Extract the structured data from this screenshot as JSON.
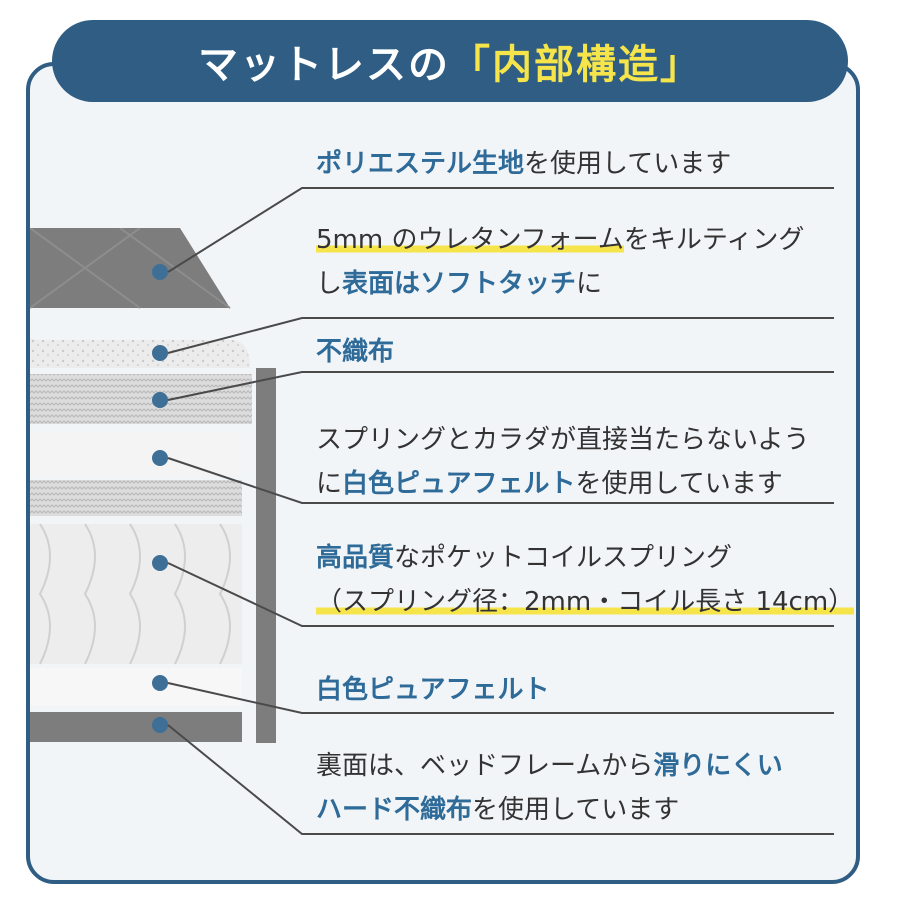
{
  "title": {
    "prefix": "マットレスの",
    "bracket_open": "「",
    "highlight": "内部構造",
    "bracket_close": "」"
  },
  "colors": {
    "navy": "#2f5d83",
    "accent_blue": "#2f6b99",
    "highlight_yellow": "#f6e54a",
    "marker": "#3e6f96"
  },
  "layers": [
    {
      "lines": [
        [
          {
            "t": "ポリエステル生地",
            "s": "b"
          },
          {
            "t": "を使用しています",
            "s": ""
          }
        ]
      ]
    },
    {
      "lines": [
        [
          {
            "t": "5mm のウレタンフォーム",
            "s": "u"
          },
          {
            "t": "をキルティング",
            "s": ""
          }
        ],
        [
          {
            "t": "し",
            "s": ""
          },
          {
            "t": "表面はソフトタッチ",
            "s": "b"
          },
          {
            "t": "に",
            "s": ""
          }
        ]
      ]
    },
    {
      "lines": [
        [
          {
            "t": "不織布",
            "s": "b"
          }
        ]
      ]
    },
    {
      "lines": [
        [
          {
            "t": "スプリングとカラダが直接当たらないよう",
            "s": ""
          }
        ],
        [
          {
            "t": "に",
            "s": ""
          },
          {
            "t": "白色ピュアフェルト",
            "s": "b"
          },
          {
            "t": "を使用しています",
            "s": ""
          }
        ]
      ]
    },
    {
      "lines": [
        [
          {
            "t": "高品質",
            "s": "b"
          },
          {
            "t": "なポケットコイルスプリング",
            "s": ""
          }
        ],
        [
          {
            "t": "（スプリング径：2mm・コイル長さ 14cm）",
            "s": "u"
          }
        ]
      ]
    },
    {
      "lines": [
        [
          {
            "t": "白色ピュアフェルト",
            "s": "b"
          }
        ]
      ]
    },
    {
      "lines": [
        [
          {
            "t": "裏面は、ベッドフレームから",
            "s": ""
          },
          {
            "t": "滑りにくい",
            "s": "b"
          }
        ],
        [
          {
            "t": "ハード不織布",
            "s": "b"
          },
          {
            "t": "を使用しています",
            "s": ""
          }
        ]
      ]
    }
  ]
}
